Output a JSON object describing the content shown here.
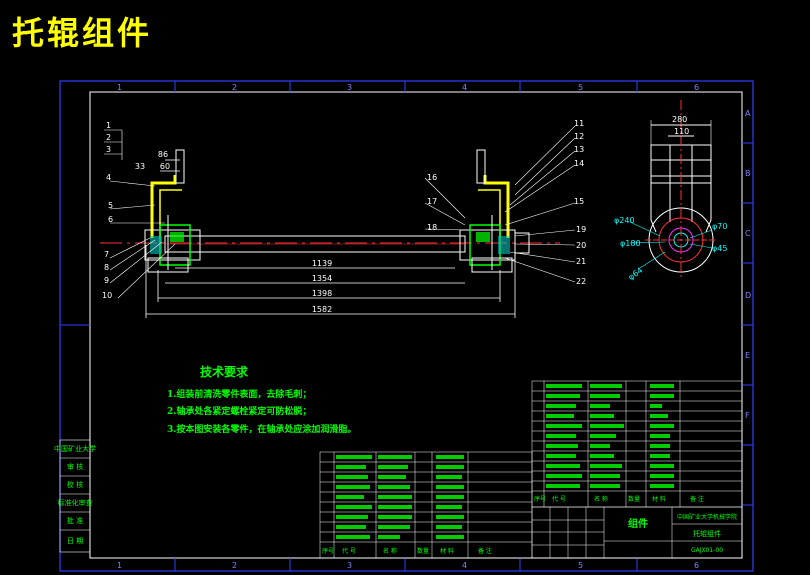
{
  "title": "托辊组件",
  "border": {
    "col_labels": [
      "1",
      "2",
      "3",
      "4",
      "5",
      "6"
    ],
    "row_labels": [
      "A",
      "B",
      "C",
      "D",
      "E",
      "F"
    ]
  },
  "dimensions": {
    "d1139": "1139",
    "d1354": "1354",
    "d1398": "1398",
    "d1582": "1582",
    "d86": "86",
    "d60": "60",
    "d33": "33",
    "d280": "280",
    "d110": "110",
    "phi240": "φ240",
    "phi180": "φ180",
    "phi70": "φ70",
    "phi45": "φ45",
    "phi64": "φ64"
  },
  "leaders_left": [
    "1",
    "2",
    "3",
    "4",
    "5",
    "6",
    "7",
    "8",
    "9",
    "10"
  ],
  "leaders_right": [
    "11",
    "12",
    "13",
    "14",
    "15",
    "16",
    "17",
    "18",
    "19",
    "20",
    "21",
    "22"
  ],
  "tech_req": {
    "heading": "技术要求",
    "items": [
      "1.组装前清洗零件表面，去除毛刺；",
      "2.轴承处各紧定螺栓紧定可防松脱；",
      "3.按本图安装各零件，在轴承处应涂加润滑脂。"
    ]
  },
  "left_column": [
    "中国矿业大学",
    "审 核",
    "校 核",
    "标准化审查",
    "批 准",
    "日 期"
  ],
  "title_block": {
    "part_name": "组件",
    "company": "中国矿业大学机械学院",
    "drawing_name": "托辊组件",
    "code": "GAJX01-00",
    "header_cells": [
      "序号",
      "代 号",
      "名 称",
      "数量",
      "材 料",
      "备 注"
    ]
  }
}
